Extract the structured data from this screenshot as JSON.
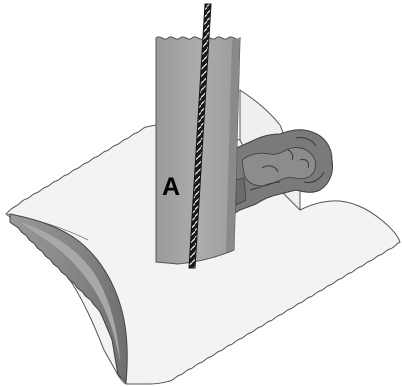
{
  "diagram": {
    "labels": {
      "column": "A"
    },
    "parts": [
      {
        "name": "base-plate",
        "color": "#f2f2f2"
      },
      {
        "name": "curved-edge-flange",
        "color": "#8f8f8f"
      },
      {
        "name": "vertical-column",
        "color": "#a6a6a6"
      },
      {
        "name": "rope",
        "color": "#1a1a1a"
      },
      {
        "name": "carved-ornament",
        "color": "#7d7d7d"
      }
    ],
    "stroke_color": "#555555"
  }
}
